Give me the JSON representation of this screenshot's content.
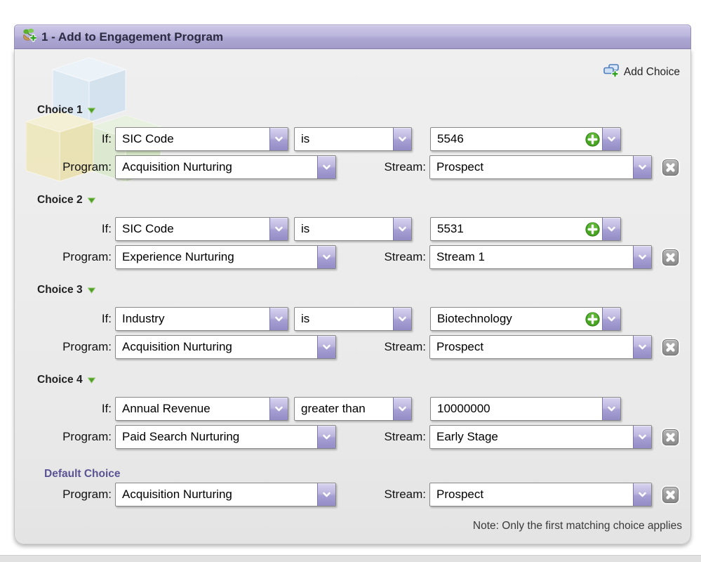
{
  "header": {
    "title": "1 - Add to Engagement Program"
  },
  "toolbar": {
    "add_choice_label": "Add Choice"
  },
  "labels": {
    "if": "If:",
    "program": "Program:",
    "stream": "Stream:"
  },
  "choices": [
    {
      "label": "Choice 1",
      "attribute": "SIC Code",
      "operator": "is",
      "value": "5546",
      "program": "Acquisition Nurturing",
      "stream": "Prospect",
      "has_add_value_icon": true
    },
    {
      "label": "Choice 2",
      "attribute": "SIC Code",
      "operator": "is",
      "value": "5531",
      "program": "Experience Nurturing",
      "stream": "Stream 1",
      "has_add_value_icon": true
    },
    {
      "label": "Choice 3",
      "attribute": "Industry",
      "operator": "is",
      "value": "Biotechnology",
      "program": "Acquisition Nurturing",
      "stream": "Prospect",
      "has_add_value_icon": true
    },
    {
      "label": "Choice 4",
      "attribute": "Annual Revenue",
      "operator": "greater than",
      "value": "10000000",
      "program": "Paid Search Nurturing",
      "stream": "Early Stage",
      "has_add_value_icon": false
    }
  ],
  "default_choice": {
    "label": "Default Choice",
    "program": "Acquisition Nurturing",
    "stream": "Prospect"
  },
  "footer": {
    "note": "Note: Only the first matching choice applies"
  },
  "icons": {
    "header": "engagement-program-add-icon",
    "add_choice": "add-choice-icon",
    "dropdown": "chevron-down-icon",
    "add_value": "green-plus-icon",
    "delete": "x-delete-icon",
    "collapse": "green-caret-down-icon",
    "watermark": "cubes-watermark"
  },
  "colors": {
    "header_bar": "#b5afd9",
    "dropdown_button": "#a7a0d4",
    "add_green": "#3fa51e",
    "delete_gray": "#8f8f8f",
    "default_choice_text": "#5b5494",
    "panel_bg": "#ebebeb"
  }
}
